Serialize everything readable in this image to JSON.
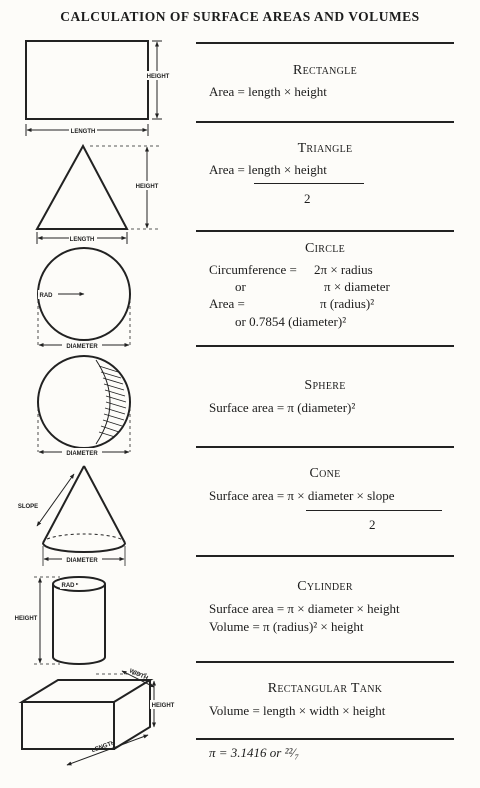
{
  "title": "CALCULATION OF SURFACE AREAS AND VOLUMES",
  "labels": {
    "height": "HEIGHT",
    "length": "LENGTH",
    "rad": "RAD",
    "diameter": "DIAMETER",
    "slope": "SLOPE",
    "width": "WIDTH"
  },
  "sections": {
    "rectangle": {
      "name": "Rectangle",
      "f1": "Area = length × height"
    },
    "triangle": {
      "name": "Triangle",
      "num": "Area = length × height",
      "den": "2"
    },
    "circle": {
      "name": "Circle",
      "l1a": "Circumference =",
      "l1b": "2π × radius",
      "l2a": "or",
      "l2b": "π × diameter",
      "l3a": "Area =",
      "l3b": "π (radius)²",
      "l4": "or 0.7854 (diameter)²"
    },
    "sphere": {
      "name": "Sphere",
      "f1": "Surface area = π (diameter)²"
    },
    "cone": {
      "name": "Cone",
      "num": "Surface area = π × diameter × slope",
      "den": "2"
    },
    "cylinder": {
      "name": "Cylinder",
      "f1": "Surface area = π × diameter × height",
      "f2": "Volume = π (radius)² × height"
    },
    "tank": {
      "name": "Rectangular Tank",
      "f1": "Volume = length × width × height"
    }
  },
  "pi_note": "π = 3.1416 or ²²⁄₇"
}
